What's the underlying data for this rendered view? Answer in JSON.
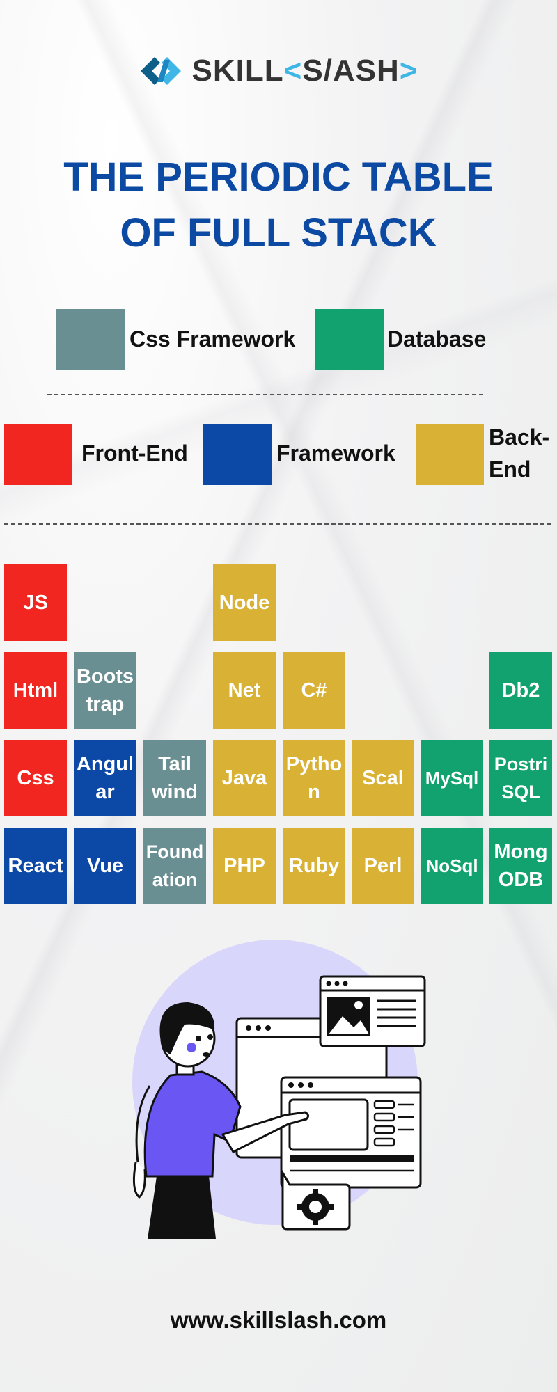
{
  "logo": {
    "prefix": "SKILL",
    "lt": "<",
    "mid": "S/ASH",
    "gt": ">"
  },
  "title": {
    "line1": "THE PERIODIC TABLE",
    "line2": "OF FULL STACK"
  },
  "legend": [
    {
      "label": "Css Framework",
      "color": "#6a8f92"
    },
    {
      "label": "Database",
      "color": "#12a270"
    },
    {
      "label": "Front-End",
      "color": "#f22620"
    },
    {
      "label": "Framework",
      "color": "#0c49a7"
    },
    {
      "label": "Back-\nEnd",
      "color": "#d8b135"
    }
  ],
  "tiles": [
    {
      "text": "JS",
      "cat": "Front-End"
    },
    {
      "text": "Node",
      "cat": "Back-End"
    },
    {
      "text": "Html",
      "cat": "Front-End"
    },
    {
      "text": "Boots\ntrap",
      "cat": "Css Framework"
    },
    {
      "text": "Net",
      "cat": "Back-End"
    },
    {
      "text": "C#",
      "cat": "Back-End"
    },
    {
      "text": "Db2",
      "cat": "Database"
    },
    {
      "text": "Css",
      "cat": "Front-End"
    },
    {
      "text": "Angul\nar",
      "cat": "Framework"
    },
    {
      "text": "Tail\nwind",
      "cat": "Css Framework"
    },
    {
      "text": "Java",
      "cat": "Back-End"
    },
    {
      "text": "Pytho\nn",
      "cat": "Back-End"
    },
    {
      "text": "Scal",
      "cat": "Back-End"
    },
    {
      "text": "MySql",
      "cat": "Database"
    },
    {
      "text": "Postri\nSQL",
      "cat": "Database"
    },
    {
      "text": "React",
      "cat": "Framework"
    },
    {
      "text": "Vue",
      "cat": "Framework"
    },
    {
      "text": "Found\nation",
      "cat": "Css Framework"
    },
    {
      "text": "PHP",
      "cat": "Back-End"
    },
    {
      "text": "Ruby",
      "cat": "Back-End"
    },
    {
      "text": "Perl",
      "cat": "Back-End"
    },
    {
      "text": "NoSql",
      "cat": "Database"
    },
    {
      "text": "Mong\nODB",
      "cat": "Database"
    }
  ],
  "footer": "www.skillslash.com"
}
